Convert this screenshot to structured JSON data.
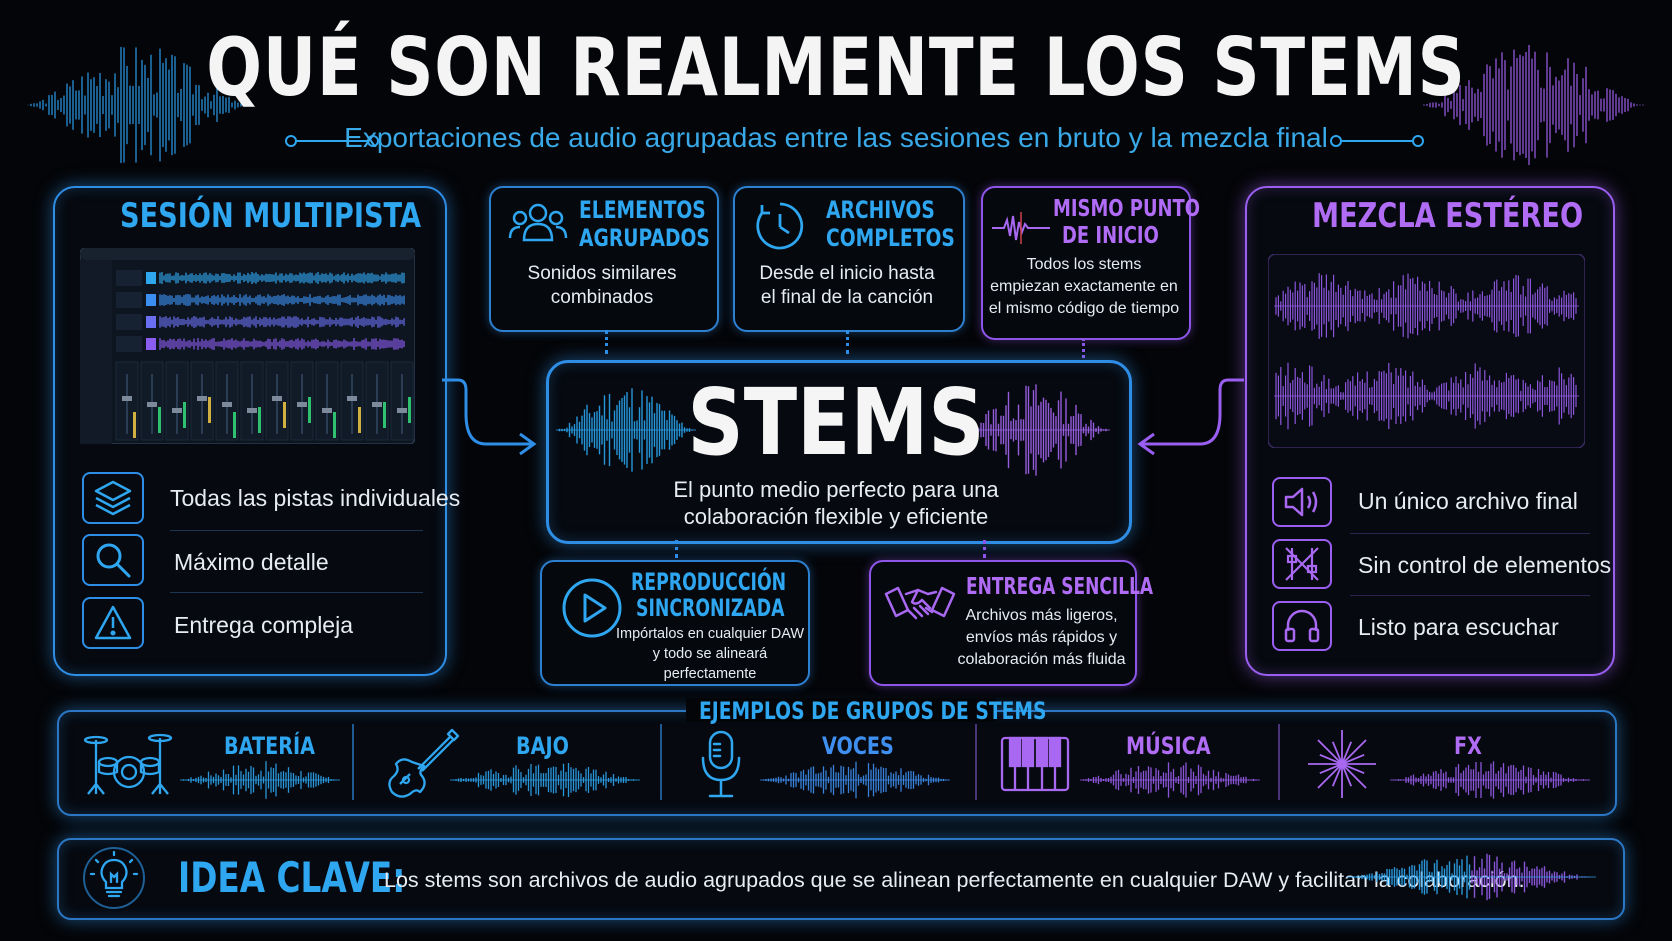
{
  "title": "QUÉ SON REALMENTE LOS STEMS",
  "subtitle": "Exportaciones de audio agrupadas entre las sesiones en bruto y la mezcla final",
  "left_panel": {
    "title": "SESIÓN MULTIPISTA",
    "items": [
      "Todas las pistas individuales",
      "Máximo detalle",
      "Entrega compleja"
    ],
    "icons": [
      "layers-icon",
      "magnifier-icon",
      "warning-icon"
    ]
  },
  "right_panel": {
    "title": "MEZCLA ESTÉREO",
    "items": [
      "Un único archivo final",
      "Sin control de elementos",
      "Listo para escuchar"
    ],
    "icons": [
      "speaker-icon",
      "crossed-faders-icon",
      "headphones-icon"
    ]
  },
  "top_cards": [
    {
      "title_1": "ELEMENTOS",
      "title_2": "AGRUPADOS",
      "text_1": "Sonidos similares",
      "text_2": "combinados",
      "icon": "group-icon"
    },
    {
      "title_1": "ARCHIVOS",
      "title_2": "COMPLETOS",
      "text_1": "Desde el inicio hasta",
      "text_2": "el final de la canción",
      "icon": "clock-icon"
    },
    {
      "title_1": "MISMO PUNTO",
      "title_2": "DE INICIO",
      "text_1": "Todos los stems",
      "text_2": "empiezan exactamente en",
      "text_3": "el mismo código de tiempo",
      "icon": "waveform-icon"
    }
  ],
  "center": {
    "title": "STEMS",
    "text_1": "El punto medio perfecto para una",
    "text_2": "colaboración flexible y eficiente"
  },
  "bottom_cards": [
    {
      "title_1": "REPRODUCCIÓN",
      "title_2": "SINCRONIZADA",
      "text_1": "Impórtalos en cualquier DAW",
      "text_2": "y todo se alineará",
      "text_3": "perfectamente",
      "icon": "play-icon"
    },
    {
      "title_1": "ENTREGA SENCILLA",
      "text_1": "Archivos más ligeros,",
      "text_2": "envíos más rápidos y",
      "text_3": "colaboración más fluida",
      "icon": "handshake-icon"
    }
  ],
  "examples": {
    "title": "EJEMPLOS DE GRUPOS DE STEMS",
    "groups": [
      {
        "label": "BATERÍA",
        "icon": "drum-kit-icon",
        "color": "#2ea6f0"
      },
      {
        "label": "BAJO",
        "icon": "bass-guitar-icon",
        "color": "#2ea6f0"
      },
      {
        "label": "VOCES",
        "icon": "microphone-icon",
        "color": "#3f8ff0"
      },
      {
        "label": "MÚSICA",
        "icon": "piano-icon",
        "color": "#9a5ef0"
      },
      {
        "label": "FX",
        "icon": "burst-icon",
        "color": "#9a5ef0"
      }
    ]
  },
  "key_idea": {
    "label": "IDEA CLAVE:",
    "text": "Los stems son archivos de audio agrupados que se alinean perfectamente en cualquier DAW y facilitan la colaboración."
  },
  "colors": {
    "blue": "#2ea6f0",
    "purple": "#9a5ef0",
    "background": "#040508"
  }
}
